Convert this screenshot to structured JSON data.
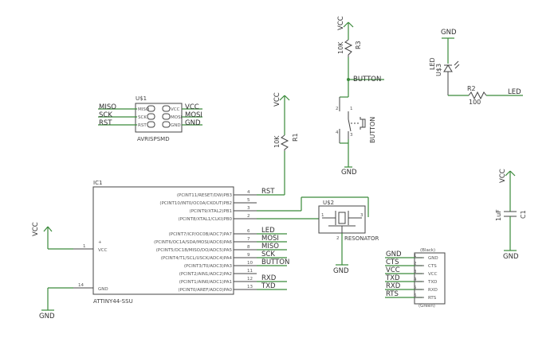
{
  "power": {
    "vcc": "VCC",
    "gnd": "GND"
  },
  "isp": {
    "ref": "U$1",
    "value": "AVRISPSMD",
    "pins_left": [
      "MISO",
      "SCK",
      "RST"
    ],
    "pins_right": [
      "VCC",
      "MOSI",
      "GND"
    ],
    "nets_left": [
      "MISO",
      "SCK",
      "RST"
    ],
    "nets_right": [
      "VCC",
      "MOSI",
      "GND"
    ]
  },
  "ic": {
    "ref": "IC1",
    "value": "ATTINY44-SSU",
    "left_pins": [
      {
        "num": "1",
        "name": "VCC"
      },
      {
        "num": "14",
        "name": "GND"
      }
    ],
    "right_pins": [
      {
        "num": "4",
        "name": "(PCINT11/RESET/DW)PB3",
        "net": "RST"
      },
      {
        "num": "5",
        "name": "(PCINT10/INT0/OC0A/CKOUT)PB2",
        "net": ""
      },
      {
        "num": "3",
        "name": "(PCINT9/XTAL2)PB1",
        "net": ""
      },
      {
        "num": "2",
        "name": "(PCINT8/XTAL1/CLKI)PB0",
        "net": ""
      },
      {
        "num": "6",
        "name": "(PCINT7/ICP/OC0B/ADC7)PA7",
        "net": "LED"
      },
      {
        "num": "7",
        "name": "(PCINT6/OC1A/SDA/MOSI/ADC6)PA6",
        "net": "MOSI"
      },
      {
        "num": "8",
        "name": "(PCINT5/OC1B/MISO/DO/ADC5)PA5",
        "net": "MISO"
      },
      {
        "num": "9",
        "name": "(PCINT4/T1/SCL/USCK/ADC4)PA4",
        "net": "SCK"
      },
      {
        "num": "10",
        "name": "(PCINT3/T0/ADC3)PA3",
        "net": "BUTTON"
      },
      {
        "num": "11",
        "name": "(PCINT2/AIN1/ADC2)PA2",
        "net": ""
      },
      {
        "num": "12",
        "name": "(PCINT1/AIN0/ADC1)PA1",
        "net": "RXD"
      },
      {
        "num": "13",
        "name": "(PCINT0/AREF/ADC0)PA0",
        "net": "TXD"
      }
    ]
  },
  "r1": {
    "ref": "R1",
    "value": "10K"
  },
  "r2": {
    "ref": "R2",
    "value": "100",
    "net": "LED"
  },
  "r3": {
    "ref": "R3",
    "value": "10K",
    "net": "BUTTON"
  },
  "led": {
    "ref": "LED",
    "sub": "U$3"
  },
  "button": {
    "ref": "BUTTON",
    "pin1": "1",
    "pin2": "2",
    "pin3": "3",
    "pin4": "4"
  },
  "resonator": {
    "ref": "U$2",
    "value": "RESONATOR",
    "pin1": "1",
    "pin2": "2",
    "pin3": "3"
  },
  "cap": {
    "ref": "C1",
    "value": "1uF"
  },
  "ftdi": {
    "top_label": "(Black)",
    "bottom_label": "(Green)",
    "pins": [
      {
        "num": "1",
        "name": "GND",
        "net": "GND"
      },
      {
        "num": "2",
        "name": "CTS",
        "net": "CTS"
      },
      {
        "num": "3",
        "name": "VCC",
        "net": "VCC"
      },
      {
        "num": "4",
        "name": "TXD",
        "net": "TXD"
      },
      {
        "num": "5",
        "name": "RXD",
        "net": "RXD"
      },
      {
        "num": "6",
        "name": "RTS",
        "net": "RTS"
      }
    ]
  }
}
